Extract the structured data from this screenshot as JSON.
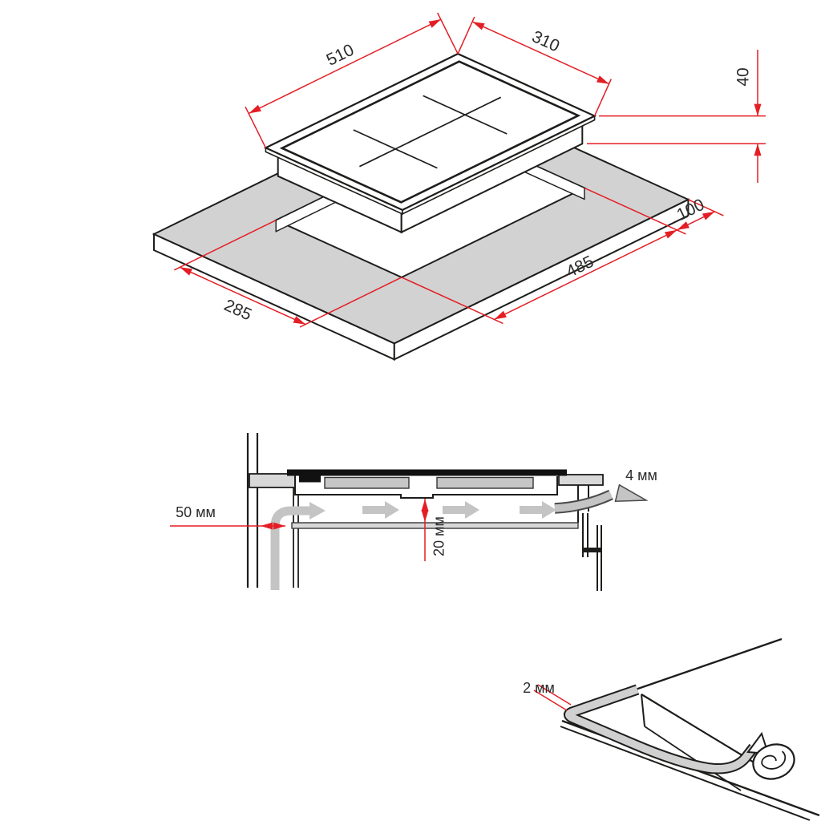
{
  "exploded_view": {
    "cooktop_length": "510",
    "cooktop_depth": "310",
    "cooktop_height": "40",
    "edge_margin": "100",
    "cutout_length": "485",
    "cutout_depth": "285"
  },
  "section_view": {
    "wall_clearance": "50 мм",
    "exhaust_gap": "4 мм",
    "under_clearance": "20 мм"
  },
  "detail_view": {
    "seal_thickness": "2 мм"
  },
  "colors": {
    "dimension_red": "#e31e24",
    "counter_surface_gray": "#d2d2d2",
    "airflow_gray": "#c4c4c4",
    "line_black": "#1d1d1b"
  }
}
